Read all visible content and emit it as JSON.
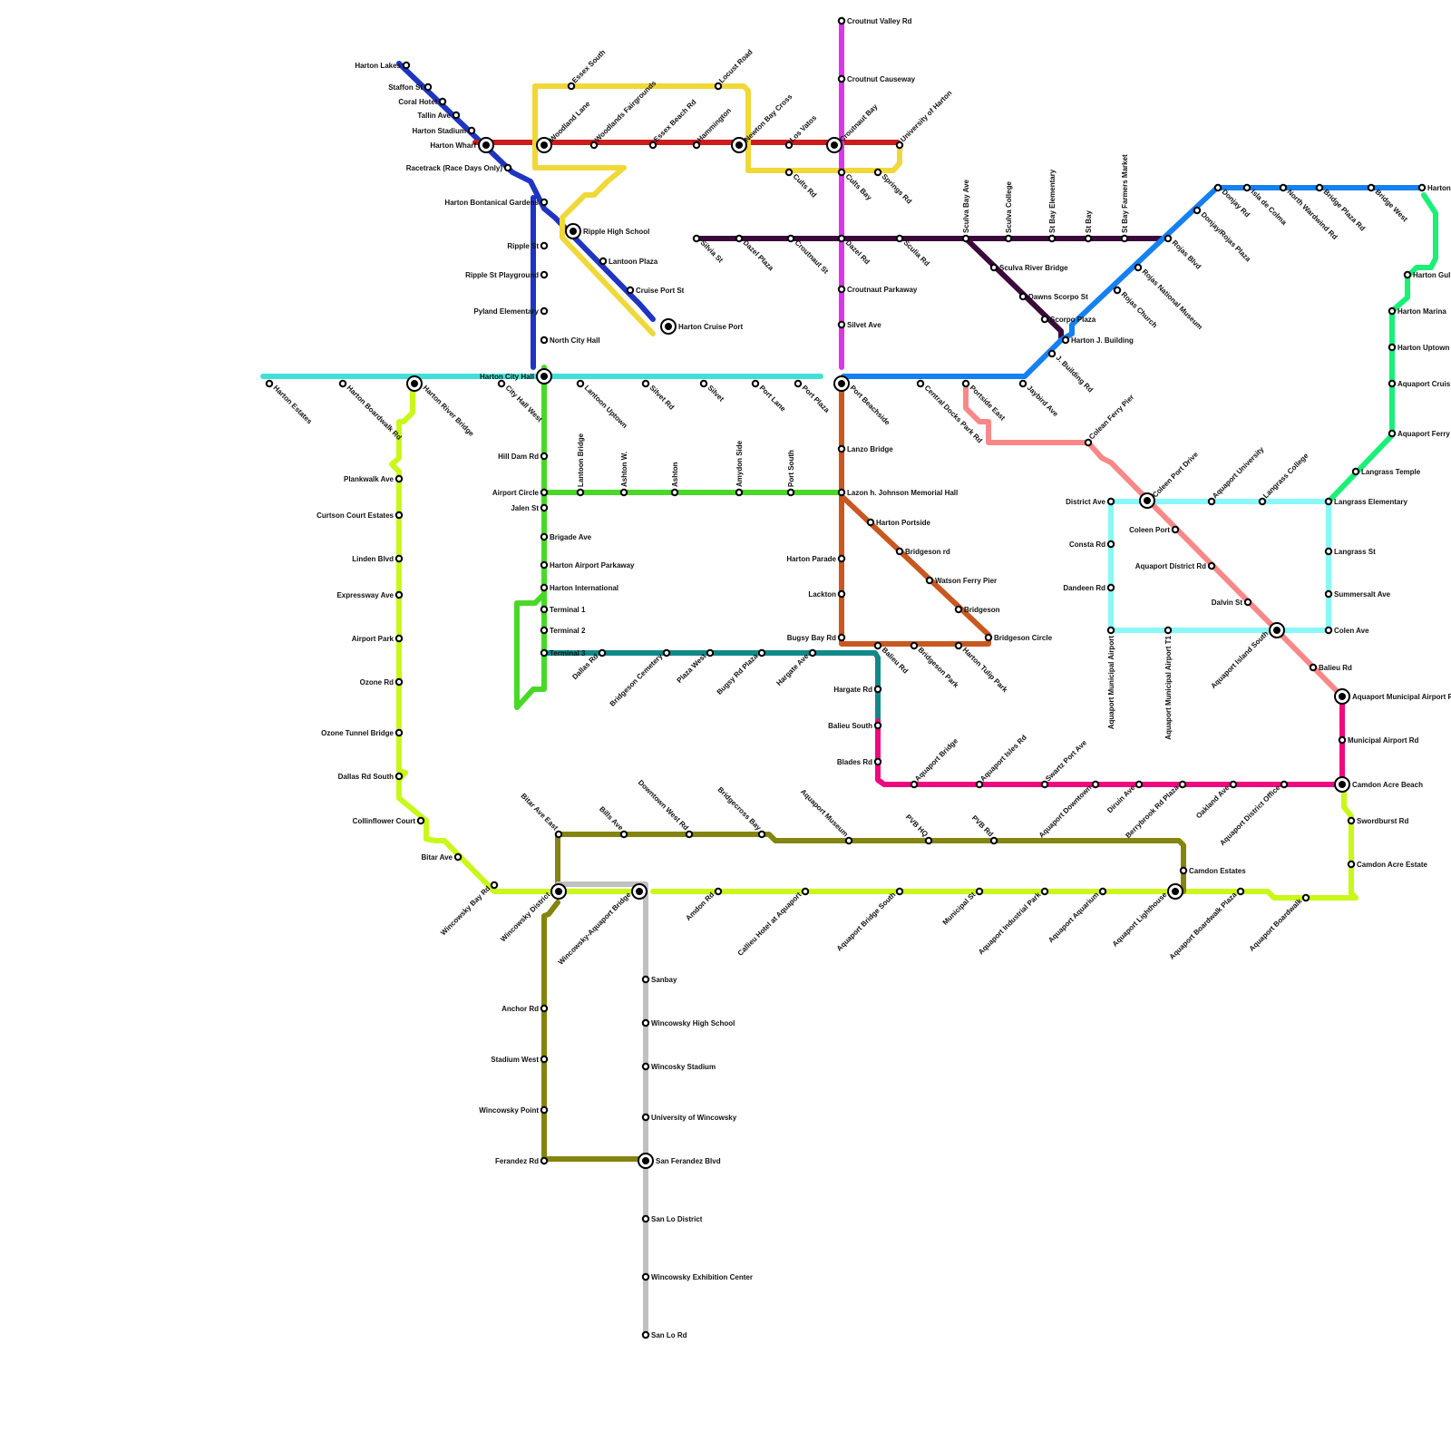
{
  "map": {
    "lines": [
      {
        "name": "light-cyan",
        "color": "#40e0d8"
      },
      {
        "name": "navy",
        "color": "#1f35c0"
      },
      {
        "name": "red",
        "color": "#cc1c1c"
      },
      {
        "name": "yellow",
        "color": "#f0d838"
      },
      {
        "name": "magenta",
        "color": "#d838e8"
      },
      {
        "name": "dark-purple",
        "color": "#3a0a3a"
      },
      {
        "name": "blue",
        "color": "#1580f0"
      },
      {
        "name": "green",
        "color": "#4ad828"
      },
      {
        "name": "lime",
        "color": "#c8f818"
      },
      {
        "name": "rust",
        "color": "#c85820"
      },
      {
        "name": "teal",
        "color": "#128888"
      },
      {
        "name": "salmon",
        "color": "#f88888"
      },
      {
        "name": "aqua",
        "color": "#88f8f8"
      },
      {
        "name": "spring-green",
        "color": "#18f078"
      },
      {
        "name": "pink",
        "color": "#f00880"
      },
      {
        "name": "olive",
        "color": "#848410"
      },
      {
        "name": "gray",
        "color": "#c0c0c0"
      }
    ],
    "stations": [
      "Croutnut Valley Rd",
      "Croutnut Causeway",
      "University of Harton",
      "Croutnaut Bay",
      "Newton Bay Cross",
      "Locust Road",
      "Hammington",
      "Essex Beach Rd",
      "Woodlands Fairgrounds",
      "Woodland Lane",
      "Essex South",
      "Los Vatos",
      "Cults Rd",
      "Cults Bay",
      "Springs Rd",
      "Harton Lakes",
      "Staffon St",
      "Coral Hotel",
      "Tallin Ave",
      "Harton Stadium",
      "Harton Wharf",
      "Racetrack (Race Days Only)",
      "Harton Bontanical Gardens",
      "Ripple High School",
      "Lantoon Plaza",
      "Cruise Port St",
      "Harton Cruise Port",
      "Ripple St",
      "Ripple St Playground",
      "Pyland Elementary",
      "North City Hall",
      "Harton City Hall",
      "Harton Estates",
      "Harton Boardwalk Rd",
      "Harton River Bridge",
      "City Hall West",
      "Lantoon Uptown",
      "Silvet Rd",
      "Silvet",
      "Port Lane",
      "Port Plaza",
      "Port Beachside",
      "Silvia St",
      "Dazel Plaza",
      "Croutnaut St",
      "Dazel Rd",
      "Sculia Rd",
      "Sculva Bay Ave",
      "Sculva College",
      "St Bay Elementary",
      "St Bay",
      "St Bay Farmers Market",
      "Sculva River Bridge",
      "Dawns Scorpo St",
      "Scorpo Plaza",
      "Croutnaut Parkaway",
      "Silvet Ave",
      "Harton J. Building",
      "J. Building Rd",
      "Jaybird Ave",
      "Portside East",
      "Central Docks Park Rd",
      "Rojas Blvd",
      "Rojas National Museum",
      "Rojas Church",
      "Donjay/Rojas Plaza",
      "Donjay Rd",
      "Isla de Colma",
      "North Wardwind Rd",
      "Bridge Plaza Rd",
      "Bridge West",
      "Harton Na",
      "Harton Gul",
      "Harton Marina",
      "Harton Uptown",
      "Aquaport Cruis",
      "Aquaport Ferry",
      "Langrass Temple",
      "Langrass Elementary",
      "Langrass St",
      "Summersalt Ave",
      "Colen Ave",
      "Hill Dam Rd",
      "Airport Circle",
      "Jalen St",
      "Brigade Ave",
      "Harton Airport Parkaway",
      "Harton International",
      "Terminal 1",
      "Terminal 2",
      "Terminal 3",
      "Lantoon Bridge",
      "Ashton W.",
      "Ashton",
      "Amydon Side",
      "Port South",
      "Lazon h. Johnson Memorial Hall",
      "Lanzo Bridge",
      "Harton Portside",
      "Bridgeson rd",
      "Watson Ferry Pier",
      "Bridgeson",
      "Bridgeson Circle",
      "Harton Parade",
      "Lackton",
      "Bugsy Bay Rd",
      "Balieu Rd",
      "Bridgeson Park",
      "Harton Tulip Park",
      "Dallas Rd",
      "Bridgeson Cemetery",
      "Plaza West",
      "Bugsy Rd Plaza",
      "Hargate Ave",
      "Hargate Rd",
      "Balieu South",
      "Blades Rd",
      "Colean Ferry Pier",
      "Coleen Port Drive",
      "Coleen Port",
      "Aquaport District Rd",
      "Dalvin St",
      "Aquaport Island South",
      "Balieu Rd",
      "Aquaport Municipal Airport R",
      "District Ave",
      "Consta Rd",
      "Dandeen Rd",
      "Aquaport Municipal Airport",
      "Aquaport Municipal Airport T1",
      "Aquaport University",
      "Langrass College",
      "Aquaport Bridge",
      "Aquaport Isles Rd",
      "Swartz Port Ave",
      "Aquaport Downtown",
      "Diruin Ave",
      "Berrybrook Rd Plaza",
      "Oakland Ave",
      "Aquaport District Office",
      "Municipal Airport Rd",
      "Camdon Acre Beach",
      "Swordburst Rd",
      "Camdon Acre Estate",
      "Plankwalk Ave",
      "Curtson Court Estates",
      "Linden Blvd",
      "Expressway Ave",
      "Airport Park",
      "Ozone Rd",
      "Ozone Tunnel Bridge",
      "Dallas Rd South",
      "Collinflower Court",
      "Bitar Ave",
      "Wincowsky Bay Rd",
      "Wincowsky District",
      "Wincowsky-Aquaport Bridge",
      "Amdon Rd",
      "Callieu Hotel at Aquaport",
      "Aquaport Bridge South",
      "Municipal St",
      "Aquaport Industrial Park",
      "Aquaport Aquarium",
      "Aquaport Lighthouse",
      "Aquaport Boardwalk Plaza",
      "Aquaport Boardwalk",
      "Bitar Ave East",
      "Bills Ave",
      "Downtown West Rd",
      "Bridgecross Bay",
      "Aquaport Museum",
      "PVB HQ",
      "PVB Rd",
      "Camdon Estates",
      "Anchor Rd",
      "Stadium West",
      "Wincowsky Point",
      "Ferandez Rd",
      "Sanbay",
      "Wincowsky High School",
      "Wincosky Stadium",
      "University of Wincowsky",
      "San Ferandez Blvd",
      "San Lo District",
      "Wincowsky Exhibition Center",
      "San Lo Rd"
    ]
  }
}
